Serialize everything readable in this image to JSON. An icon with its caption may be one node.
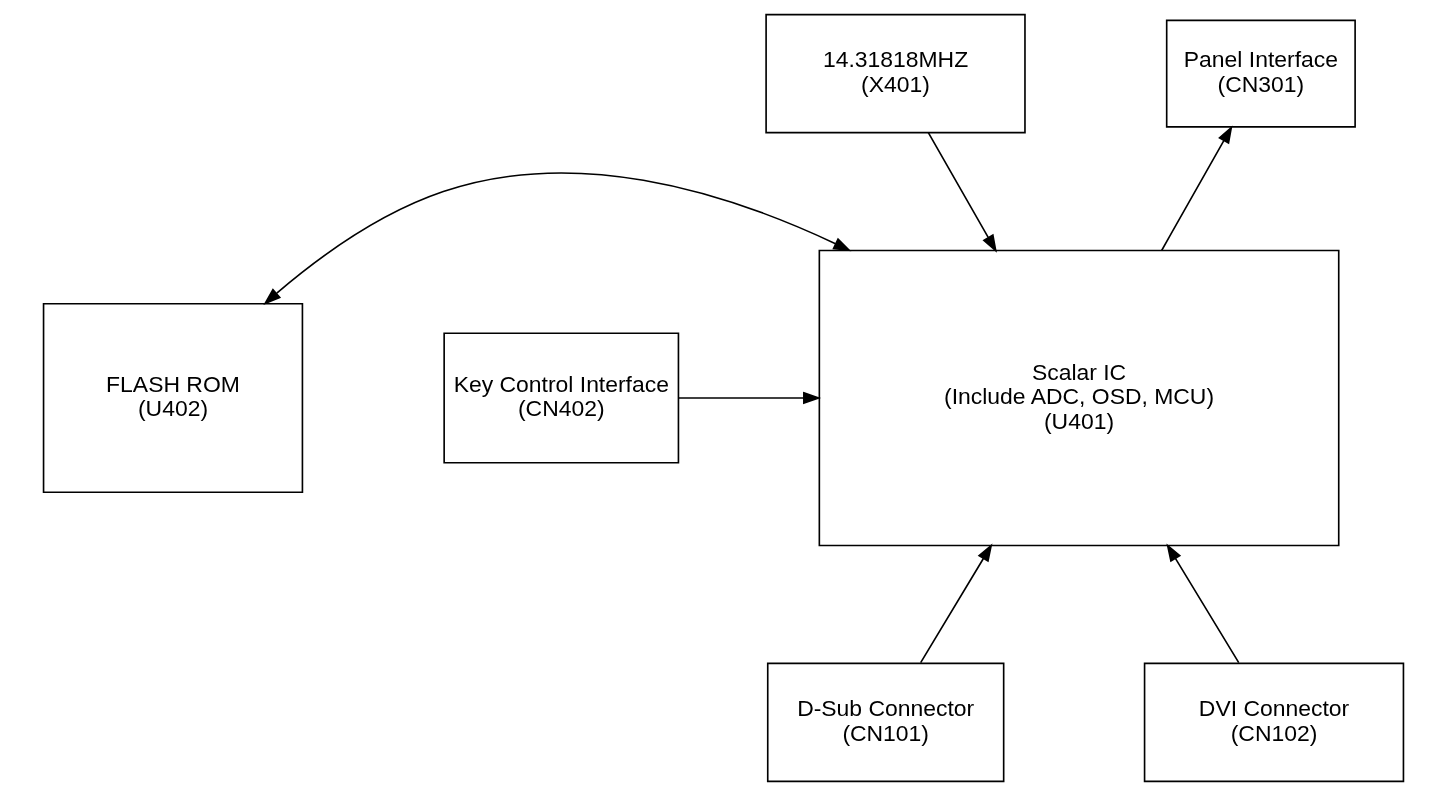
{
  "diagram": {
    "nodes": [
      {
        "text": [
          "14.31818MHZ",
          "(X401)"
        ]
      },
      {
        "text": [
          "Panel Interface",
          "(CN301)"
        ]
      },
      {
        "text": [
          "FLASH ROM",
          "(U402)"
        ]
      },
      {
        "text": [
          "Scalar IC",
          "(Include ADC, OSD, MCU)",
          "(U401)"
        ]
      },
      {
        "text": [
          "Key Control Interface",
          "(CN402)"
        ]
      },
      {
        "text": [
          "D-Sub Connector",
          "(CN101)"
        ]
      },
      {
        "text": [
          "DVI Connector",
          "(CN102)"
        ]
      }
    ],
    "edges": [
      {
        "from": 0,
        "to": 3,
        "arrow": "to"
      },
      {
        "from": 3,
        "to": 1,
        "arrow": "to"
      },
      {
        "from": 2,
        "to": 3,
        "arrow": "both"
      },
      {
        "from": 4,
        "to": 3,
        "arrow": "to"
      },
      {
        "from": 5,
        "to": 3,
        "arrow": "to"
      },
      {
        "from": 6,
        "to": 3,
        "arrow": "to"
      }
    ]
  }
}
